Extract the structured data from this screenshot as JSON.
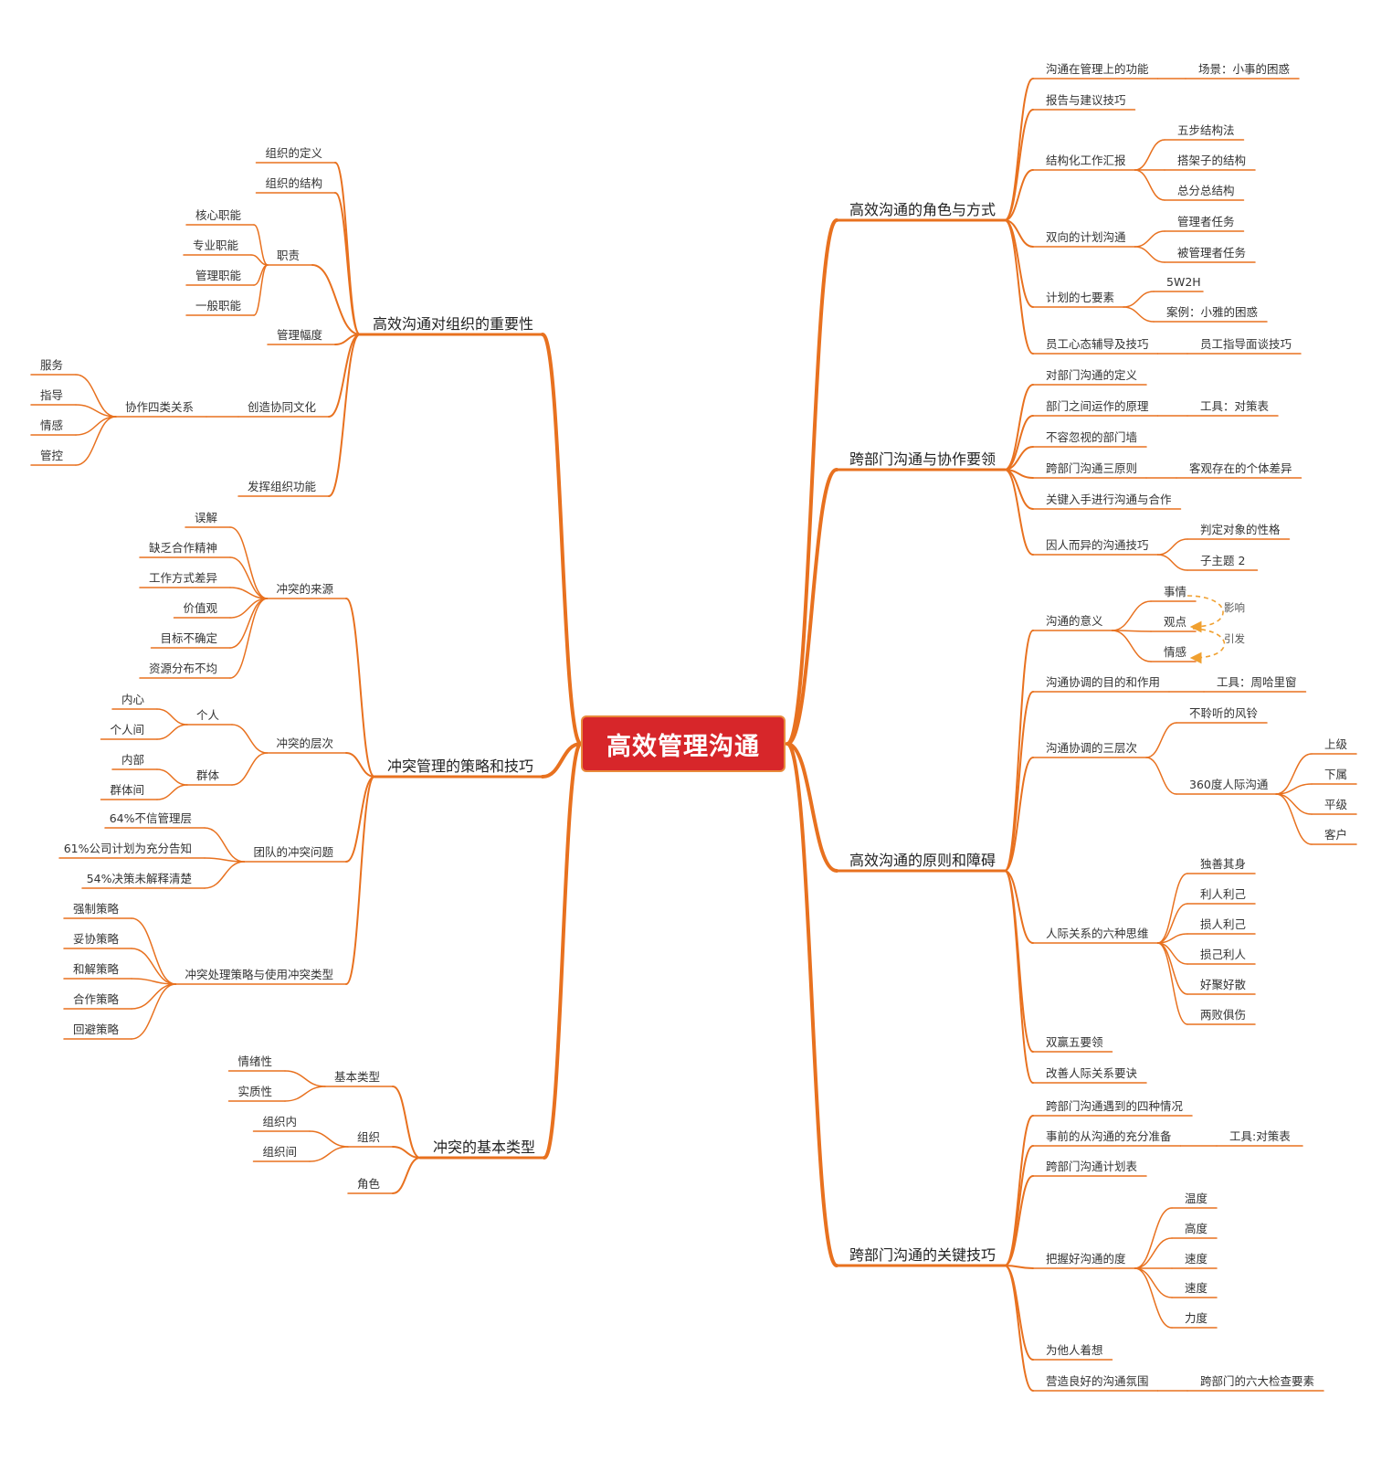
{
  "root": {
    "title": "高效管理沟通"
  },
  "colors": {
    "branch": "#e8711f",
    "root_fill": "#d7262a",
    "relation": "#f0a030"
  },
  "right": [
    {
      "label": "高效沟通的角色与方式",
      "children": [
        {
          "label": "沟通在管理上的功能",
          "children": [
            {
              "label": "场景：小事的困惑"
            }
          ]
        },
        {
          "label": "报告与建议技巧"
        },
        {
          "label": "结构化工作汇报",
          "children": [
            {
              "label": "五步结构法"
            },
            {
              "label": "搭架子的结构"
            },
            {
              "label": "总分总结构"
            }
          ]
        },
        {
          "label": "双向的计划沟通",
          "children": [
            {
              "label": "管理者任务"
            },
            {
              "label": "被管理者任务"
            }
          ]
        },
        {
          "label": "计划的七要素",
          "children": [
            {
              "label": "5W2H"
            },
            {
              "label": "案例：小雅的困惑"
            }
          ]
        },
        {
          "label": "员工心态辅导及技巧",
          "children": [
            {
              "label": "员工指导面谈技巧"
            }
          ]
        }
      ]
    },
    {
      "label": "跨部门沟通与协作要领",
      "children": [
        {
          "label": "对部门沟通的定义"
        },
        {
          "label": "部门之间运作的原理",
          "children": [
            {
              "label": "工具：对策表"
            }
          ]
        },
        {
          "label": "不容忽视的部门墙"
        },
        {
          "label": "跨部门沟通三原则",
          "children": [
            {
              "label": "客观存在的个体差异"
            }
          ]
        },
        {
          "label": "关键入手进行沟通与合作"
        },
        {
          "label": "因人而异的沟通技巧",
          "children": [
            {
              "label": "判定对象的性格"
            },
            {
              "label": "子主题 2"
            }
          ]
        }
      ]
    },
    {
      "label": "高效沟通的原则和障碍",
      "children": [
        {
          "label": "沟通的意义",
          "children": [
            {
              "label": "事情"
            },
            {
              "label": "观点"
            },
            {
              "label": "情感"
            }
          ]
        },
        {
          "label": "沟通协调的目的和作用",
          "children": [
            {
              "label": "工具：周哈里窗"
            }
          ]
        },
        {
          "label": "沟通协调的三层次",
          "children": [
            {
              "label": "不聆听的风铃"
            },
            {
              "label": "360度人际沟通",
              "children": [
                {
                  "label": "上级"
                },
                {
                  "label": "下属"
                },
                {
                  "label": "平级"
                },
                {
                  "label": "客户"
                }
              ]
            }
          ]
        },
        {
          "label": "人际关系的六种思维",
          "children": [
            {
              "label": "独善其身"
            },
            {
              "label": "利人利己"
            },
            {
              "label": "损人利己"
            },
            {
              "label": "损己利人"
            },
            {
              "label": "好聚好散"
            },
            {
              "label": "两败俱伤"
            }
          ]
        },
        {
          "label": "双赢五要领"
        },
        {
          "label": "改善人际关系要诀"
        }
      ]
    },
    {
      "label": "跨部门沟通的关键技巧",
      "children": [
        {
          "label": "跨部门沟通遇到的四种情况"
        },
        {
          "label": "事前的从沟通的充分准备",
          "children": [
            {
              "label": "工具:对策表"
            }
          ]
        },
        {
          "label": "跨部门沟通计划表"
        },
        {
          "label": "把握好沟通的度",
          "children": [
            {
              "label": "温度"
            },
            {
              "label": "高度"
            },
            {
              "label": "速度"
            },
            {
              "label": "速度"
            },
            {
              "label": "力度"
            }
          ]
        },
        {
          "label": "为他人着想"
        },
        {
          "label": "营造良好的沟通氛围",
          "children": [
            {
              "label": "跨部门的六大检查要素"
            }
          ]
        }
      ]
    }
  ],
  "left": [
    {
      "label": "高效沟通对组织的重要性",
      "children": [
        {
          "label": "组织的定义"
        },
        {
          "label": "组织的结构"
        },
        {
          "label": "职责",
          "children": [
            {
              "label": "核心职能"
            },
            {
              "label": "专业职能"
            },
            {
              "label": "管理职能"
            },
            {
              "label": "一般职能"
            }
          ]
        },
        {
          "label": "管理幅度"
        },
        {
          "label": "创造协同文化",
          "children": [
            {
              "label": "协作四类关系",
              "children": [
                {
                  "label": "服务"
                },
                {
                  "label": "指导"
                },
                {
                  "label": "情感"
                },
                {
                  "label": "管控"
                }
              ]
            }
          ]
        },
        {
          "label": "发挥组织功能"
        }
      ]
    },
    {
      "label": "冲突管理的策略和技巧",
      "children": [
        {
          "label": "冲突的来源",
          "children": [
            {
              "label": "误解"
            },
            {
              "label": "缺乏合作精神"
            },
            {
              "label": "工作方式差异"
            },
            {
              "label": "价值观"
            },
            {
              "label": "目标不确定"
            },
            {
              "label": "资源分布不均"
            }
          ]
        },
        {
          "label": "冲突的层次",
          "children": [
            {
              "label": "个人",
              "children": [
                {
                  "label": "内心"
                },
                {
                  "label": "个人间"
                }
              ]
            },
            {
              "label": "群体",
              "children": [
                {
                  "label": "内部"
                },
                {
                  "label": "群体间"
                }
              ]
            }
          ]
        },
        {
          "label": "团队的冲突问题",
          "children": [
            {
              "label": "64%不信管理层"
            },
            {
              "label": "61%公司计划为充分告知"
            },
            {
              "label": "54%决策未解释清楚"
            }
          ]
        },
        {
          "label": "冲突处理策略与使用冲突类型",
          "children": [
            {
              "label": "强制策略"
            },
            {
              "label": "妥协策略"
            },
            {
              "label": "和解策略"
            },
            {
              "label": "合作策略"
            },
            {
              "label": "回避策略"
            }
          ]
        }
      ]
    },
    {
      "label": "冲突的基本类型",
      "children": [
        {
          "label": "基本类型",
          "children": [
            {
              "label": "情绪性"
            },
            {
              "label": "实质性"
            }
          ]
        },
        {
          "label": "组织",
          "children": [
            {
              "label": "组织内"
            },
            {
              "label": "组织间"
            }
          ]
        },
        {
          "label": "角色"
        }
      ]
    }
  ],
  "relations": [
    {
      "label": "影响"
    },
    {
      "label": "引发"
    }
  ]
}
